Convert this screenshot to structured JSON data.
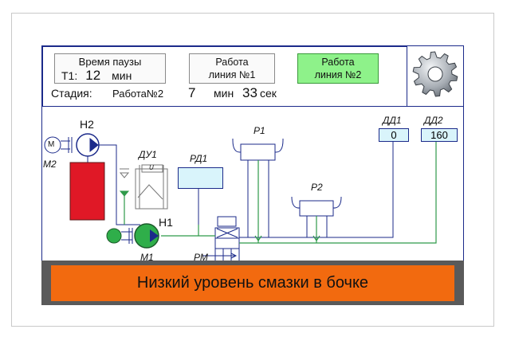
{
  "header": {
    "pause": {
      "title": "Время паузы",
      "t_label": "Т1:",
      "value": "12",
      "unit": "мин"
    },
    "buttons": [
      {
        "line1": "Работа",
        "line2": "линия №1",
        "active": false
      },
      {
        "line1": "Работа",
        "line2": "линия №2",
        "active": true
      }
    ],
    "stage": {
      "label": "Стадия:",
      "value": "Работа№2",
      "minutes": "7",
      "min_unit": "мин",
      "seconds": "33",
      "sec_unit": "сек"
    },
    "settings_icon": "gear-icon"
  },
  "schematic": {
    "labels": {
      "h2": "Н2",
      "m2": "М2",
      "du1": "ДУ1",
      "rd1": "РД1",
      "p1": "Р1",
      "p2": "Р2",
      "h1": "Н1",
      "m1": "М1",
      "pm": "РМ",
      "motor_m": "М",
      "du1_inner": "U"
    },
    "sensors": [
      {
        "name": "ДД1",
        "value": "0"
      },
      {
        "name": "ДД2",
        "value": "160"
      }
    ],
    "colors": {
      "line": "#1b2a8a",
      "pipe_green": "#2f9a4a",
      "tank_red": "#e01826",
      "pump_green": "#2fae4a",
      "rd1_fill": "#d9f4fb"
    }
  },
  "alarm": {
    "text": "Низкий уровень смазки в бочке",
    "color": "#f26a0f"
  }
}
